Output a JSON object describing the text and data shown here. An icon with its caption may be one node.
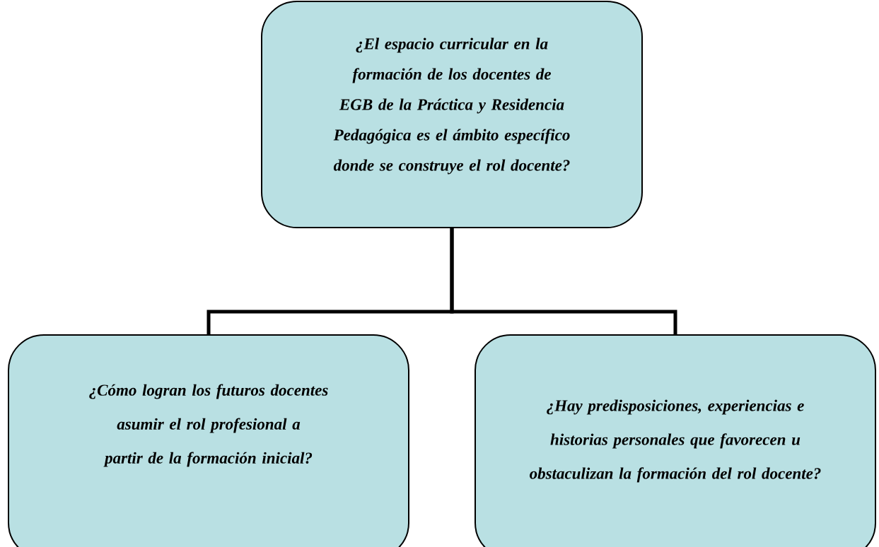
{
  "diagram": {
    "nodes": [
      {
        "text": [
          "¿El espacio curricular en la formación de los docentes de EGB de la Práctica y Residencia Pedagógica es el ámbito específico donde se construye el rol docente?"
        ]
      },
      {
        "text": [
          "¿Cómo logran los futuros docentes asumir el rol profesional a partir de la formación inicial?"
        ]
      },
      {
        "text": [
          "¿Hay predisposiciones, experiencias e historias personales que favorecen u obstaculizan la formación del rol docente?"
        ]
      }
    ],
    "edges": [
      {
        "from": 0,
        "to": 1,
        "arrow": "none"
      },
      {
        "from": 0,
        "to": 2,
        "arrow": "none"
      }
    ]
  }
}
